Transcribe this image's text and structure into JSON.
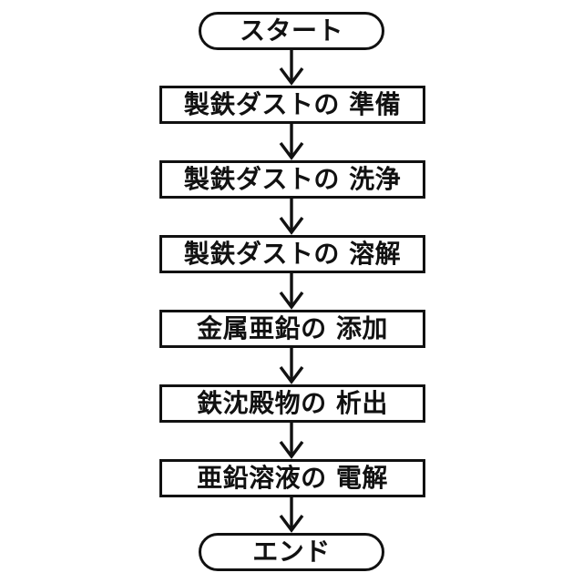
{
  "flowchart": {
    "start_label": "スタート",
    "end_label": "エンド",
    "steps": [
      {
        "label": "製鉄ダストの 準備"
      },
      {
        "label": "製鉄ダストの 洗浄"
      },
      {
        "label": "製鉄ダストの 溶解"
      },
      {
        "label": "金属亜鉛の 添加"
      },
      {
        "label": "鉄沈殿物の 析出"
      },
      {
        "label": "亜鉛溶液の 電解"
      }
    ],
    "colors": {
      "stroke": "#111111",
      "background": "#ffffff",
      "text": "#111111"
    }
  }
}
